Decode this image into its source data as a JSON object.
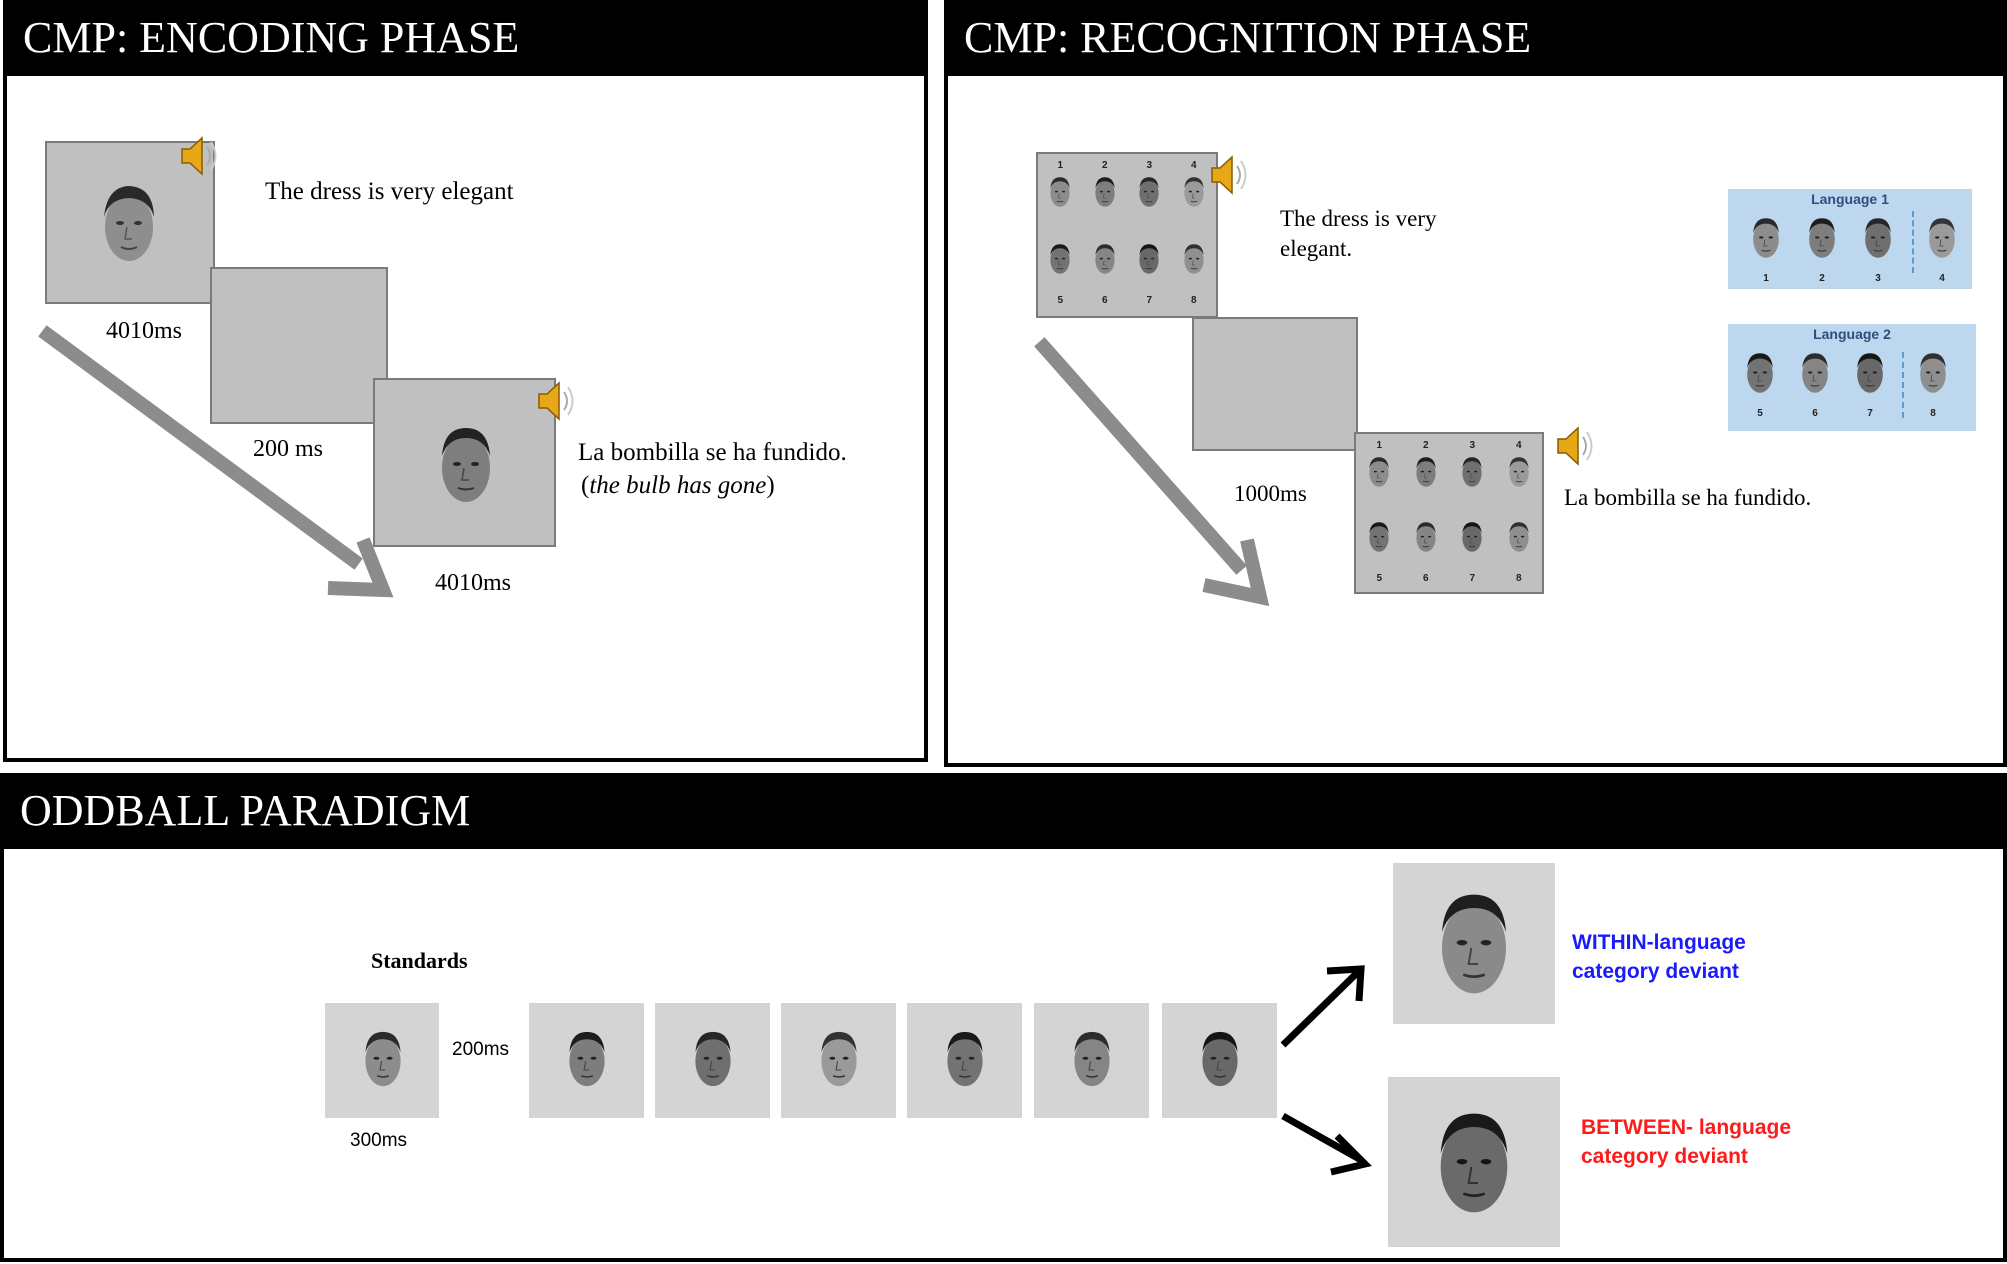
{
  "panels": {
    "encoding": {
      "title": "CMP: ENCODING PHASE",
      "sentence_1": "The dress is very elegant",
      "sentence_2": "La bombilla se ha fundido.",
      "translation_open": "(",
      "translation": "the bulb has gone",
      "translation_close": ")",
      "time_1": "4010ms",
      "time_2": "200 ms",
      "time_3": "4010ms"
    },
    "recognition": {
      "title": "CMP: RECOGNITION PHASE",
      "sentence_1_line1": "The dress is very",
      "sentence_1_line2": "elegant.",
      "sentence_2": "La bombilla se ha fundido.",
      "time_1": "1000ms",
      "grid_numbers": [
        "1",
        "2",
        "3",
        "4",
        "5",
        "6",
        "7",
        "8"
      ],
      "language_1": {
        "title": "Language 1",
        "numbers": [
          "1",
          "2",
          "3",
          "4"
        ]
      },
      "language_2": {
        "title": "Language 2",
        "numbers": [
          "5",
          "6",
          "7",
          "8"
        ]
      }
    },
    "oddball": {
      "title": "ODDBALL PARADIGM",
      "standards_label": "Standards",
      "isi": "200ms",
      "duration": "300ms",
      "within_line1": "WITHIN-language",
      "within_line2": "category deviant",
      "between_line1": "BETWEEN- language",
      "between_line2": "category deviant"
    }
  },
  "colors": {
    "within": "#1a1aff",
    "between": "#ff1a1a",
    "screen_grey": "#c0c0c0",
    "arrow_grey": "#8c8c8c",
    "language_panel": "#bdd7ee"
  },
  "icons": {
    "speaker": "speaker-icon",
    "face": "face-photo"
  }
}
